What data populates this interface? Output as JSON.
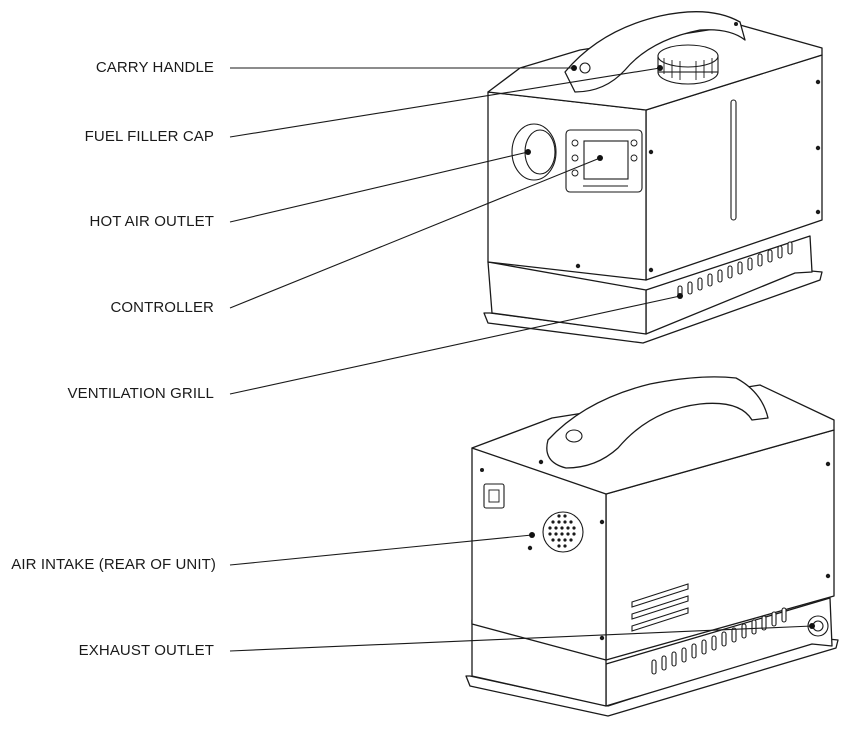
{
  "labels": {
    "carry_handle": "CARRY HANDLE",
    "fuel_filler_cap": "FUEL FILLER CAP",
    "hot_air_outlet": "HOT AIR OUTLET",
    "controller": "CONTROLLER",
    "ventilation_grill": "VENTILATION GRILL",
    "air_intake": "AIR INTAKE (REAR OF UNIT)",
    "exhaust_outlet": "EXHAUST OUTLET"
  },
  "colors": {
    "line": "#1a1a1a",
    "background": "#ffffff"
  }
}
